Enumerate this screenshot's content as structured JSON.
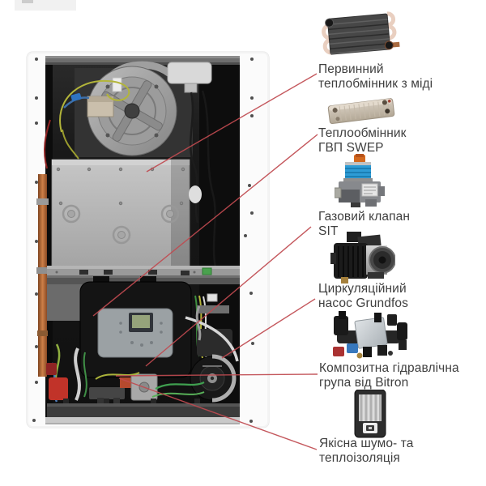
{
  "page": {
    "kind": "boiler internal components infographic",
    "background": "#ffffff"
  },
  "colors": {
    "callout_line": "#c04a50",
    "label_text": "#3f3f3f",
    "casing_white": "#fbfbfb",
    "interior_black": "#161616",
    "combustion_chamber_gray": "#b9b9b9",
    "copper_pipe": "#b06a3a",
    "gas_valve_coil_blue": "#2e9cd6",
    "red_connector": "#c13329",
    "green_clip": "#4aa14e"
  },
  "boiler": {
    "description": "wall-hung gas boiler with front cover removed"
  },
  "features": [
    {
      "id": "primary-heat-exchanger",
      "image": "copper-finned-heat-exchanger-photo",
      "label": "Первинний теплобмінник з міді",
      "lines": [
        "Первинний",
        "теплобмінник з міді"
      ]
    },
    {
      "id": "dhw-heat-exchanger",
      "image": "swep-plate-heat-exchanger-photo",
      "label": "Теплообмінник ГВП SWEP",
      "lines": [
        "Теплообмінник",
        "ГВП SWEP"
      ]
    },
    {
      "id": "gas-valve",
      "image": "sit-gas-valve-photo",
      "label": "Газовий клапан SIT",
      "lines": [
        "Газовий клапан",
        "SIT"
      ]
    },
    {
      "id": "circulation-pump",
      "image": "grundfos-circulation-pump-photo",
      "label": "Циркуляційний насос Grundfos",
      "lines": [
        "Циркуляційний",
        "насос Grundfos"
      ]
    },
    {
      "id": "hydraulic-group",
      "image": "bitron-hydraulic-group-photo",
      "label": "Композитна гідравлічна група від Bitron",
      "lines": [
        "Композитна гідравлічна",
        "група від Bitron"
      ]
    },
    {
      "id": "insulation",
      "image": "noise-heat-insulation-photo",
      "label": "Якісна шумо- та теплоізоляція",
      "lines": [
        "Якісна шумо- та",
        "теплоізоляція"
      ]
    }
  ]
}
